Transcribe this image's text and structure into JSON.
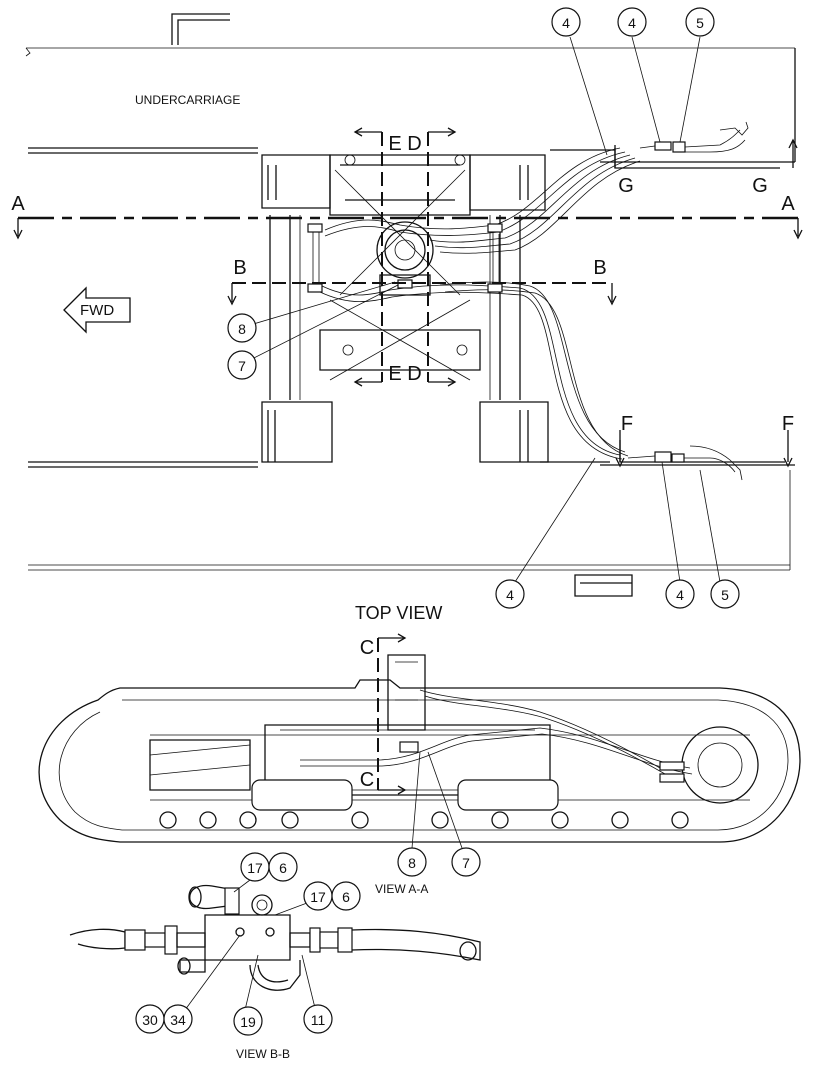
{
  "labels": {
    "undercarriage": "UNDERCARRIAGE",
    "fwd": "FWD",
    "top_view": "TOP VIEW",
    "view_aa": "VIEW A-A",
    "view_bb": "VIEW B-B"
  },
  "section_letters": {
    "a_left": "A",
    "a_right": "A",
    "b_left": "B",
    "b_right": "B",
    "c_top": "C",
    "c_bottom": "C",
    "ed_top": "E D",
    "ed_bottom": "E D",
    "f_left": "F",
    "f_right": "F",
    "g_left": "G",
    "g_right": "G"
  },
  "callouts": {
    "top_4a": "4",
    "top_4b": "4",
    "top_5": "5",
    "mid_8": "8",
    "mid_7": "7",
    "low_4a": "4",
    "low_4b": "4",
    "low_5": "5",
    "aa_8": "8",
    "aa_7": "7",
    "bb_17a": "17",
    "bb_6a": "6",
    "bb_17b": "17",
    "bb_6b": "6",
    "bb_30": "30",
    "bb_34": "34",
    "bb_19": "19",
    "bb_11": "11"
  }
}
